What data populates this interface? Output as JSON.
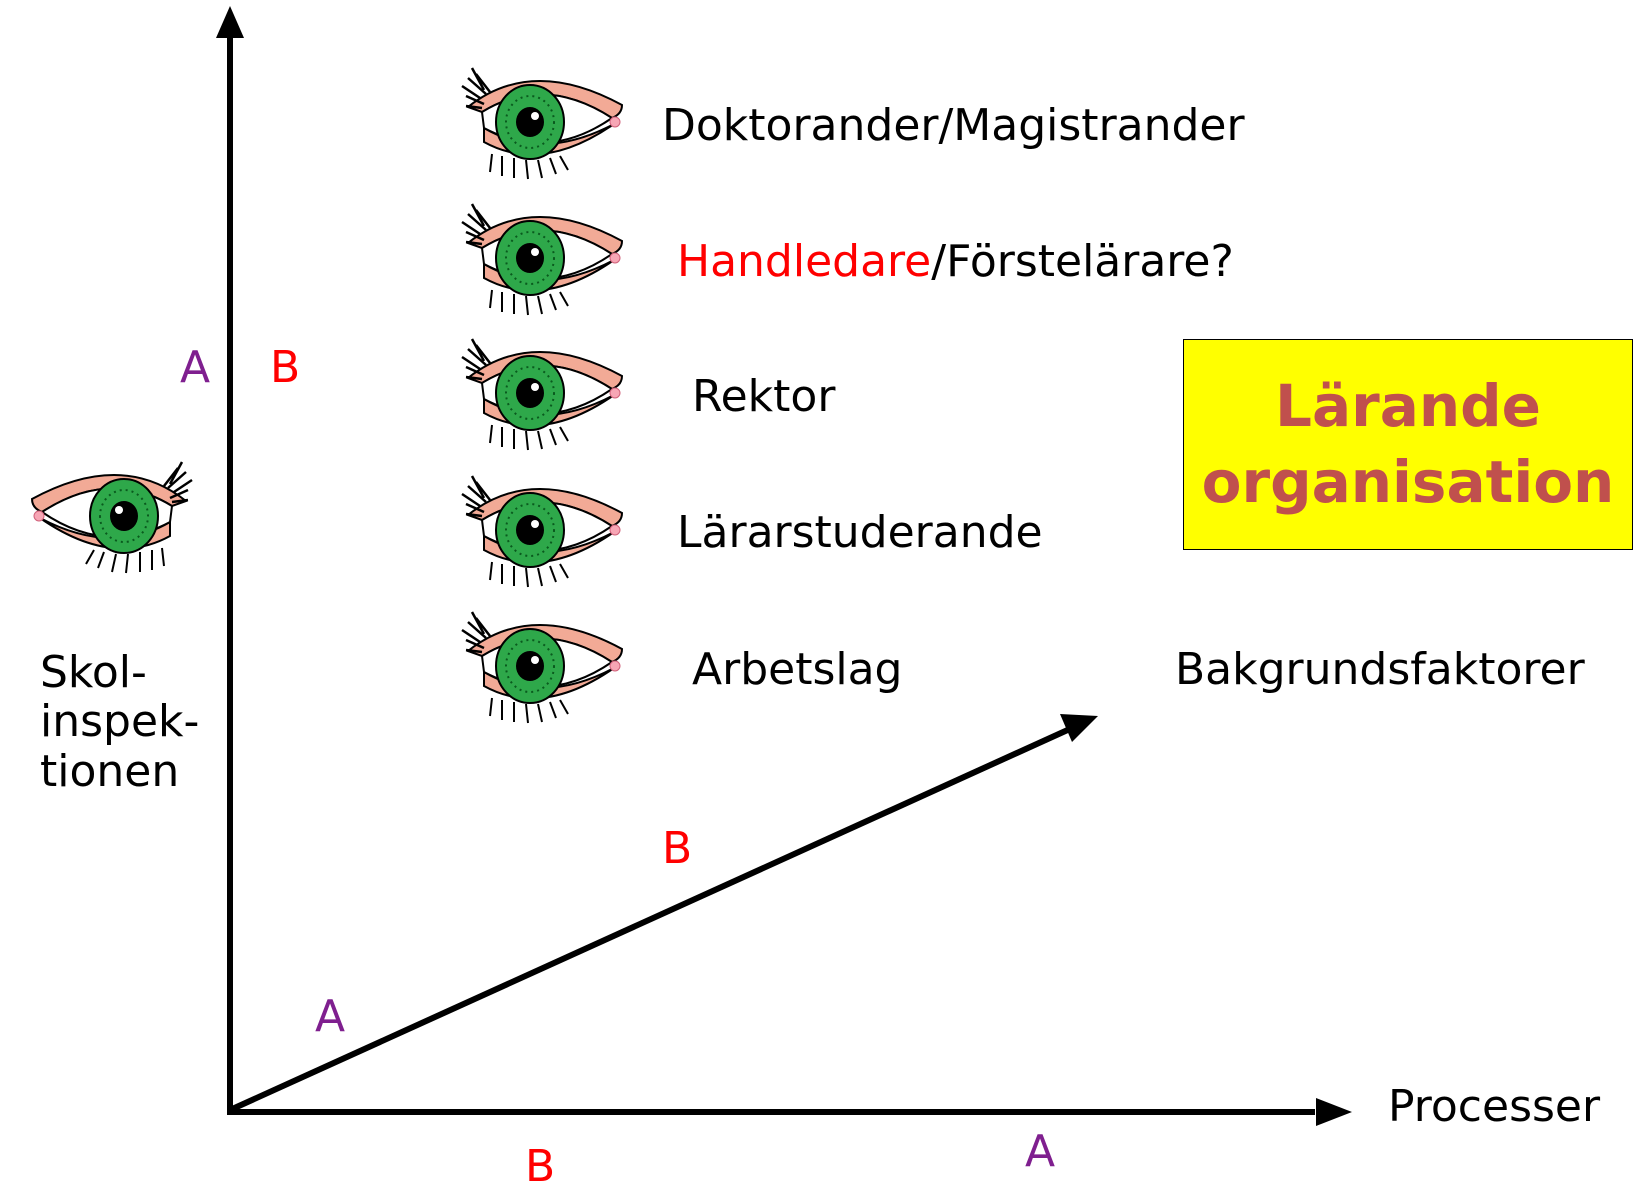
{
  "eye_icon": "eye-icon",
  "colors": {
    "label_a": "#7f1f8f",
    "label_b": "#ff0000",
    "highlight_red": "#ff0000",
    "box_fill": "#ffff00",
    "box_text": "#c0504d",
    "iris": "#2ea84a",
    "lid": "#f2aa96"
  },
  "observers": [
    {
      "label": "Doktorander/Magistrander"
    },
    {
      "label_highlight": "Handledare",
      "label_rest": "/Förstelärare?"
    },
    {
      "label": "Rektor"
    },
    {
      "label": "Lärarstuderande"
    },
    {
      "label": "Arbetslag"
    }
  ],
  "side_observer": {
    "lines": [
      "Skol-",
      "inspek-",
      "tionen"
    ]
  },
  "vertical_axis": {
    "label_a": "A",
    "label_b": "B"
  },
  "diagonal_axis": {
    "label": "Bakgrundsfaktorer",
    "label_a": "A",
    "label_b": "B"
  },
  "horizontal_axis": {
    "label": "Processer",
    "label_a": "A",
    "label_b": "B"
  },
  "box": {
    "line1": "Lärande",
    "line2": "organisation"
  }
}
